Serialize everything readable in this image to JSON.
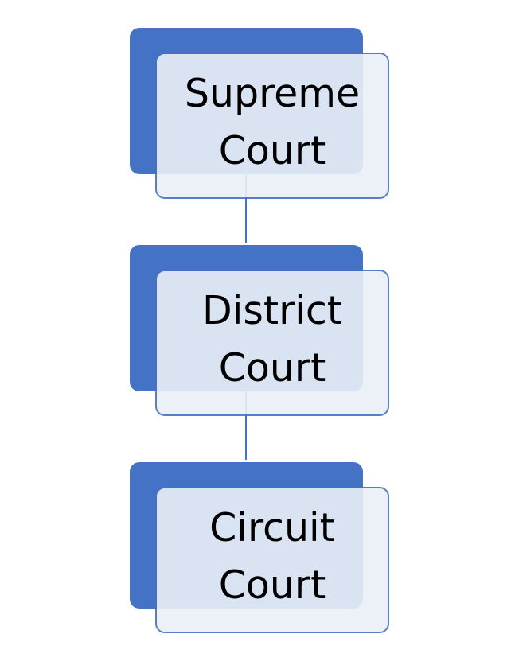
{
  "colors": {
    "accent": "#4472C4",
    "box_fill": "#EBF0F8",
    "box_border": "#4472C4",
    "connector": "#4472C4",
    "text": "#000000"
  },
  "nodes": [
    {
      "label": "Supreme\nCourt"
    },
    {
      "label": "District\nCourt"
    },
    {
      "label": "Circuit\nCourt"
    }
  ]
}
